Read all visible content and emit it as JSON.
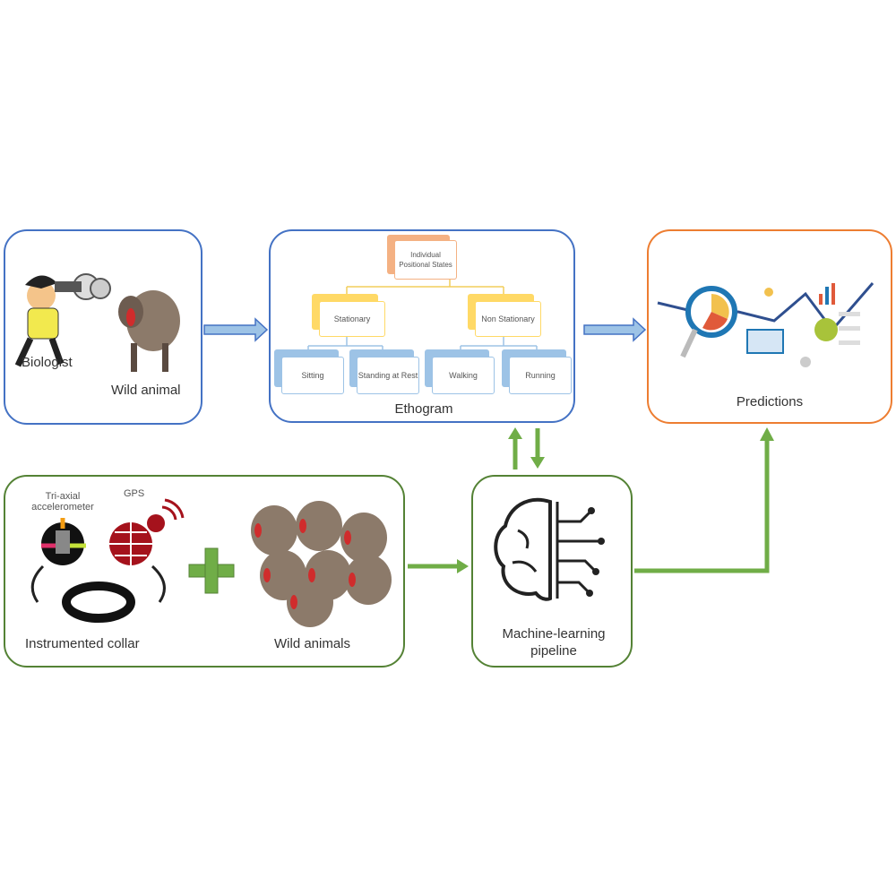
{
  "observation": {
    "biologist_label": "Biologist",
    "animal_label": "Wild animal"
  },
  "ethogram": {
    "title": "Ethogram",
    "root": "Individual Positional States",
    "categories": [
      {
        "label": "Stationary",
        "children": [
          "Sitting",
          "Standing at Rest"
        ]
      },
      {
        "label": "Non Stationary",
        "children": [
          "Walking",
          "Running"
        ]
      }
    ]
  },
  "predictions": {
    "label": "Predictions"
  },
  "collar": {
    "accelerometer_label": "Tri-axial accelerometer",
    "gps_label": "GPS",
    "collar_label": "Instrumented collar",
    "animals_label": "Wild animals"
  },
  "ml": {
    "label": "Machine-learning pipeline"
  },
  "colors": {
    "blue": "#4472c4",
    "orange": "#ed7d31",
    "green": "#70ad47",
    "dark_green": "#548235"
  }
}
